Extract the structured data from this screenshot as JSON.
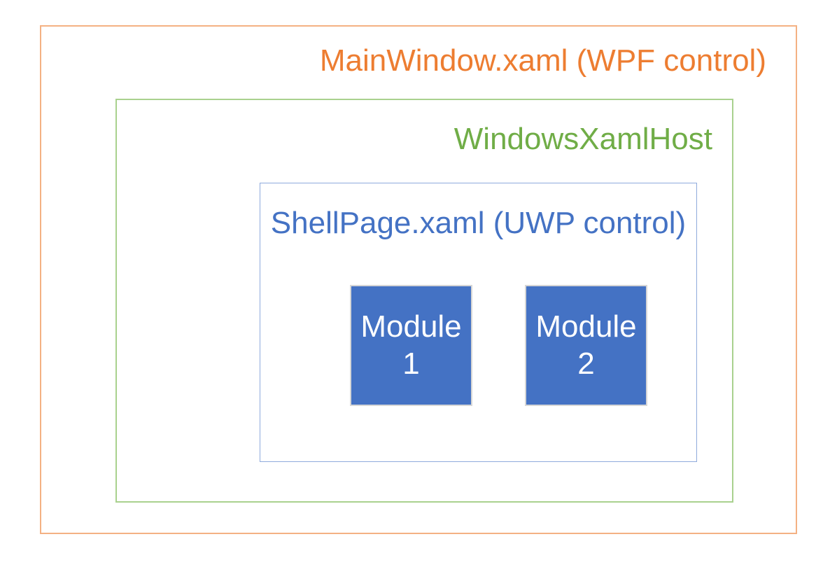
{
  "colors": {
    "orange_text": "#ED7D31",
    "orange_border": "#F4B183",
    "green_text": "#70AD47",
    "green_border": "#A9D18E",
    "blue_text": "#4472C4",
    "blue_border": "#8FAADC",
    "module_fill": "#4472C4",
    "module_border": "#D6D6D6",
    "module_text": "#FFFFFF"
  },
  "boxes": {
    "mainwindow": {
      "label": "MainWindow.xaml (WPF control)"
    },
    "xamlhost": {
      "label": "WindowsXamlHost"
    },
    "shellpage": {
      "label": "ShellPage.xaml (UWP control)"
    },
    "modules": [
      {
        "line1": "Module",
        "line2": "1"
      },
      {
        "line1": "Module",
        "line2": "2"
      }
    ]
  }
}
